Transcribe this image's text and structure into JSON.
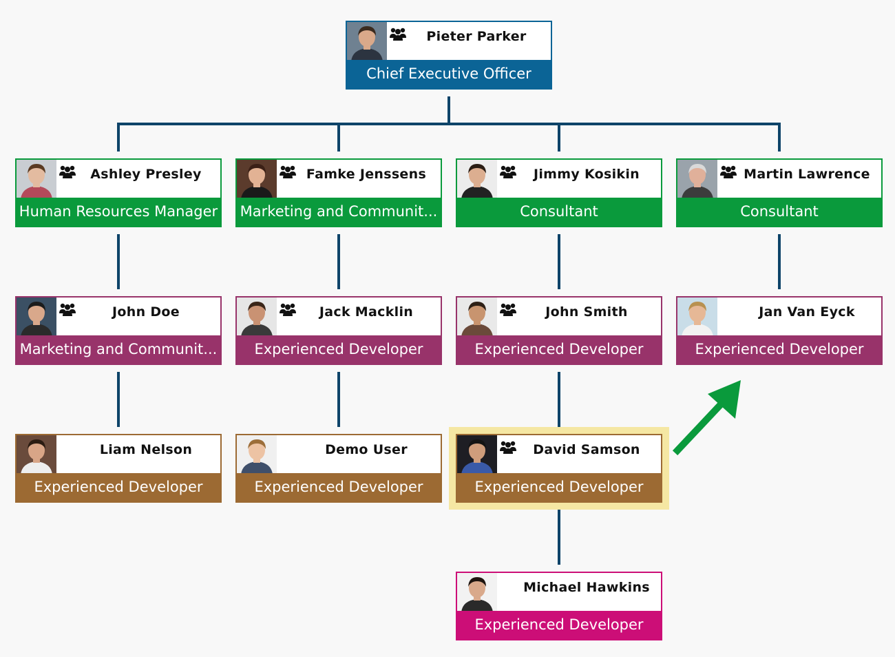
{
  "colors": {
    "connector": "#0e4469",
    "ceo": "#0b6496",
    "manager": "#0a9a3c",
    "purple": "#98336a",
    "brown": "#9c6a33",
    "magenta": "#cc0e77",
    "highlight": "#f5e7a3",
    "arrow": "#0a9a3c"
  },
  "nodes": [
    {
      "id": "pieter",
      "name": "Pieter Parker",
      "title": "Chief Executive Officer",
      "color": "#0b6496",
      "group_icon": true,
      "photo": {
        "skin": "#d9a98a",
        "hair": "#3a2a1e",
        "shirt": "#2c3440",
        "bg": "#6f8191"
      }
    },
    {
      "id": "ashley",
      "name": "Ashley Presley",
      "title": "Human Resources Manager",
      "color": "#0a9a3c",
      "group_icon": true,
      "photo": {
        "skin": "#e3bba0",
        "hair": "#5a3a22",
        "shirt": "#b44a5a",
        "bg": "#c9cdd2"
      }
    },
    {
      "id": "famke",
      "name": "Famke Jenssens",
      "title": "Marketing and Communit...",
      "color": "#0a9a3c",
      "group_icon": true,
      "photo": {
        "skin": "#e2b294",
        "hair": "#3b2016",
        "shirt": "#1a1a1a",
        "bg": "#5b3b2c"
      }
    },
    {
      "id": "jimmy",
      "name": "Jimmy Kosikin",
      "title": "Consultant",
      "color": "#0a9a3c",
      "group_icon": true,
      "photo": {
        "skin": "#dcae90",
        "hair": "#2a1d14",
        "shirt": "#222222",
        "bg": "#ececec"
      }
    },
    {
      "id": "martin",
      "name": "Martin Lawrence",
      "title": "Consultant",
      "color": "#0a9a3c",
      "group_icon": true,
      "photo": {
        "skin": "#e0b09a",
        "hair": "#d9d9d9",
        "shirt": "#3c3c3c",
        "bg": "#9aa3ab"
      }
    },
    {
      "id": "johndoe",
      "name": "John Doe",
      "title": "Marketing and Communit...",
      "color": "#98336a",
      "group_icon": true,
      "photo": {
        "skin": "#d9a88b",
        "hair": "#1c1c1c",
        "shirt": "#2b2b2b",
        "bg": "#3b5064"
      }
    },
    {
      "id": "jack",
      "name": "Jack Macklin",
      "title": "Experienced Developer",
      "color": "#98336a",
      "group_icon": true,
      "photo": {
        "skin": "#c99273",
        "hair": "#3a2518",
        "shirt": "#3a3a3a",
        "bg": "#e6e6e6"
      }
    },
    {
      "id": "johnsmith",
      "name": "John Smith",
      "title": "Experienced Developer",
      "color": "#98336a",
      "group_icon": true,
      "photo": {
        "skin": "#c8946f",
        "hair": "#2e2016",
        "shirt": "#6b4a3a",
        "bg": "#e9e9e9"
      }
    },
    {
      "id": "jan",
      "name": "Jan Van Eyck",
      "title": "Experienced Developer",
      "color": "#98336a",
      "group_icon": false,
      "photo": {
        "skin": "#e6b896",
        "hair": "#b89150",
        "shirt": "#f2f2f2",
        "bg": "#c9dde8"
      }
    },
    {
      "id": "liam",
      "name": "Liam Nelson",
      "title": "Experienced Developer",
      "color": "#9c6a33",
      "group_icon": false,
      "photo": {
        "skin": "#d8a587",
        "hair": "#2b1c12",
        "shirt": "#eeeeee",
        "bg": "#6a4b3c"
      }
    },
    {
      "id": "demo",
      "name": "Demo User",
      "title": "Experienced Developer",
      "color": "#9c6a33",
      "group_icon": false,
      "photo": {
        "skin": "#edc3a4",
        "hair": "#9c6e3a",
        "shirt": "#3f4f6a",
        "bg": "#f0f0f0"
      }
    },
    {
      "id": "david",
      "name": "David Samson",
      "title": "Experienced Developer",
      "color": "#9c6a33",
      "group_icon": true,
      "photo": {
        "skin": "#cf9d7c",
        "hair": "#141414",
        "shirt": "#3a5aa8",
        "bg": "#1e1e24"
      }
    },
    {
      "id": "michael",
      "name": "Michael Hawkins",
      "title": "Experienced Developer",
      "color": "#cc0e77",
      "group_icon": false,
      "photo": {
        "skin": "#d9a98b",
        "hair": "#1e1510",
        "shirt": "#2a2a2a",
        "bg": "#f2f2f2"
      }
    }
  ],
  "edges": [
    [
      "pieter",
      "ashley"
    ],
    [
      "pieter",
      "famke"
    ],
    [
      "pieter",
      "jimmy"
    ],
    [
      "pieter",
      "martin"
    ],
    [
      "ashley",
      "johndoe"
    ],
    [
      "famke",
      "jack"
    ],
    [
      "jimmy",
      "johnsmith"
    ],
    [
      "martin",
      "jan"
    ],
    [
      "johndoe",
      "liam"
    ],
    [
      "jack",
      "demo"
    ],
    [
      "johnsmith",
      "david"
    ],
    [
      "david",
      "michael"
    ]
  ]
}
